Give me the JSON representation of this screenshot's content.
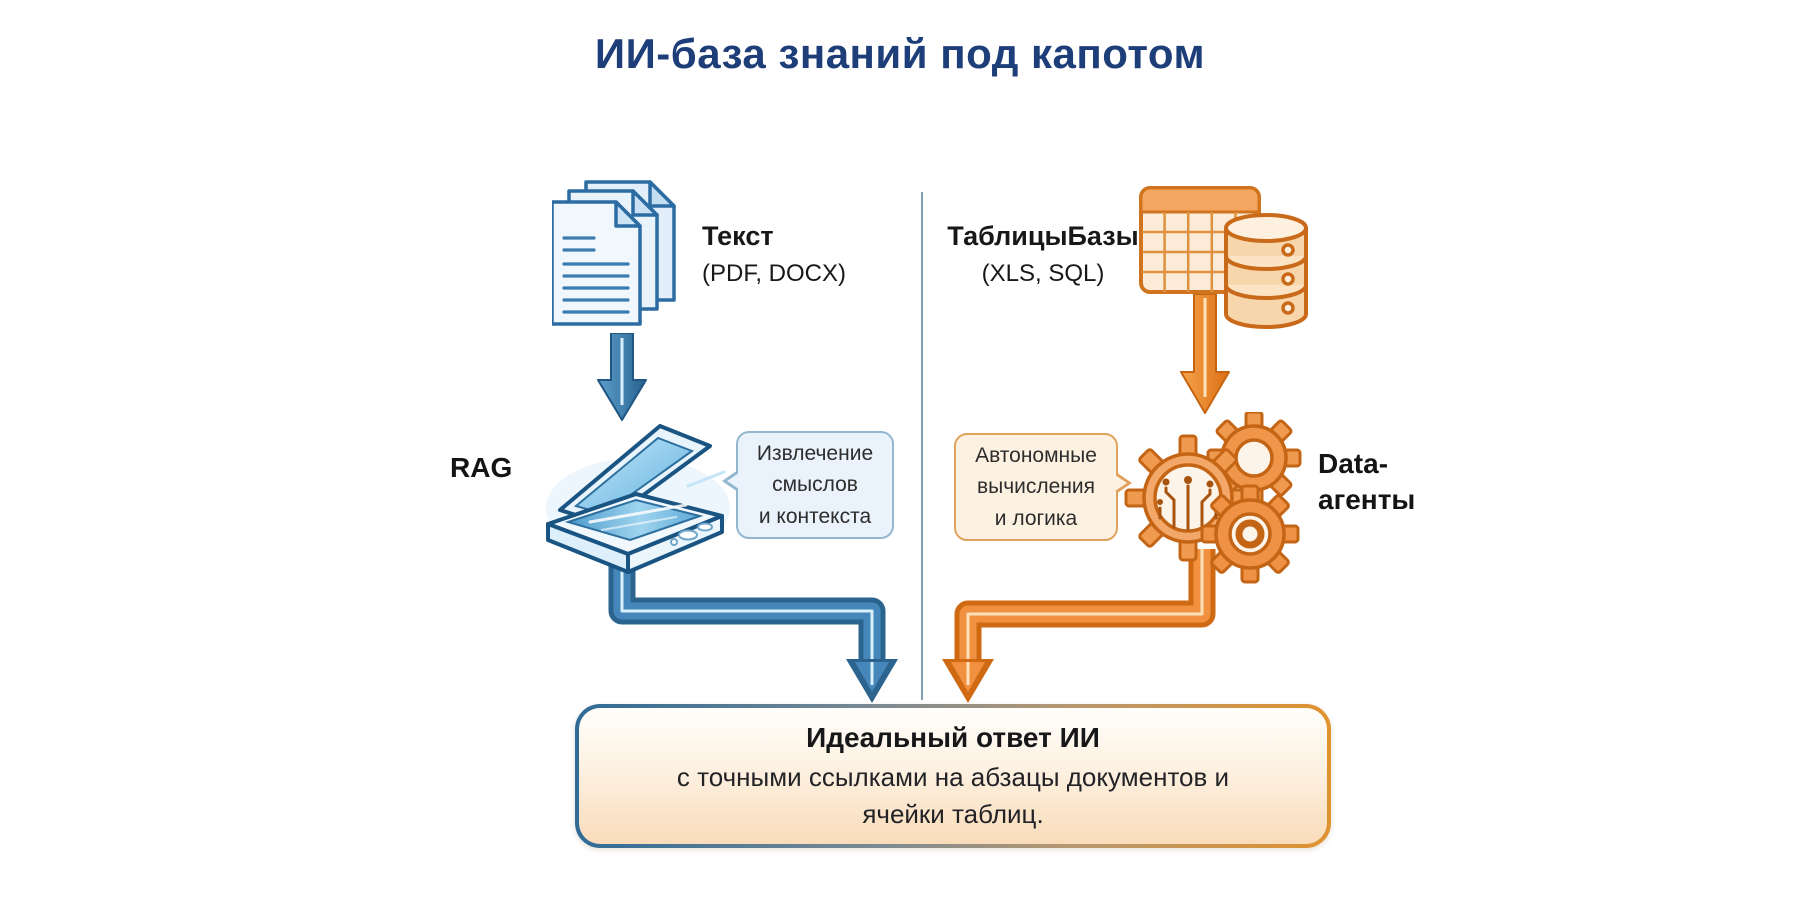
{
  "title": "ИИ-база знаний под капотом",
  "colors": {
    "title": "#1d3e78",
    "blue_accent": "#2e6a9c",
    "orange_accent": "#e0811f",
    "divider": "#6e95ae",
    "bubble_blue_bg": "#eaf3fb",
    "bubble_orange_bg": "#fdf2e1",
    "result_bg_bottom": "#f9dcba"
  },
  "left_branch": {
    "source_title": "Текст",
    "source_subtitle": "(PDF, DOCX)",
    "source_icon": "documents-stack-icon",
    "method_label": "RAG",
    "process_icon": "scanner-icon",
    "bubble_lines": [
      "Извлечение",
      "смыслов",
      "и контекста"
    ]
  },
  "right_branch": {
    "source_title": "ТаблицыБазы",
    "source_subtitle": "(XLS, SQL)",
    "source_icon": "table-database-icon",
    "method_lines": [
      "Data-",
      "агенты"
    ],
    "process_icon": "gears-circuit-icon",
    "bubble_lines": [
      "Автономные",
      "вычисления",
      "и логика"
    ]
  },
  "result_box": {
    "title": "Идеальный ответ ИИ",
    "lines": [
      "с точными ссылками на абзацы документов и",
      "ячейки таблиц."
    ]
  }
}
